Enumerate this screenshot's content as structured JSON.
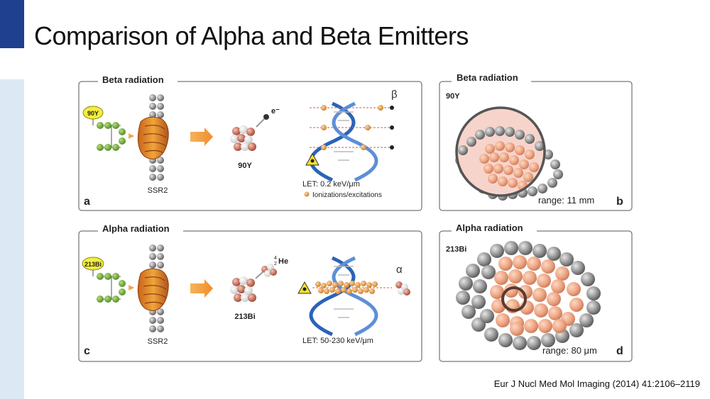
{
  "title": "Comparison of Alpha and Beta Emitters",
  "citation": "Eur J Nucl Med Mol Imaging (2014) 41:2106–2119",
  "colors": {
    "blue_block": "#1f3f8f",
    "light_strip": "#dce8f4",
    "orange": "#f0a53a",
    "green": "#6ea23a",
    "dna_blue": "#2a63b8"
  },
  "panels": {
    "a": {
      "header": "Beta radiation",
      "letter": "a",
      "isotope_tag": "90Y",
      "receptor_label": "SSR2",
      "emitter_label": "90Y",
      "particle_label": "e⁻",
      "greek": "β",
      "let": "LET: 0.2 keV/μm",
      "legend": "Ionizations/excitations"
    },
    "b": {
      "header": "Beta radiation",
      "letter": "b",
      "isotope": "90Y",
      "range": "range: 11 mm"
    },
    "c": {
      "header": "Alpha radiation",
      "letter": "c",
      "isotope_tag": "213Bi",
      "receptor_label": "SSR2",
      "emitter_label": "213Bi",
      "particle_label": "He",
      "particle_mass": "4",
      "particle_charge": "2",
      "greek": "α",
      "let": "LET: 50-230 keV/μm"
    },
    "d": {
      "header": "Alpha radiation",
      "letter": "d",
      "isotope": "213Bi",
      "range": "range:  80 μm"
    }
  }
}
